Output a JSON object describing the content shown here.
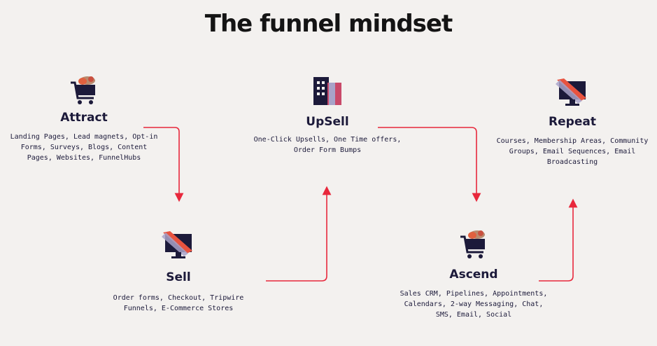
{
  "title": "The funnel mindset",
  "stages": {
    "attract": {
      "label": "Attract",
      "desc": "Landing Pages, Lead magnets, Opt-in Forms, Surveys, Blogs, Content Pages, Websites, FunnelHubs",
      "icon": "shopping-cart-icon"
    },
    "sell": {
      "label": "Sell",
      "desc": "Order forms, Checkout, Tripwire Funnels, E-Commerce Stores",
      "icon": "monitor-icon"
    },
    "upsell": {
      "label": "UpSell",
      "desc": "One-Click Upsells, One Time offers, Order Form Bumps",
      "icon": "building-icon"
    },
    "ascend": {
      "label": "Ascend",
      "desc": "Sales CRM, Pipelines, Appointments, Calendars, 2-way Messaging, Chat, SMS, Email, Social",
      "icon": "shopping-cart-icon"
    },
    "repeat": {
      "label": "Repeat",
      "desc": "Courses, Membership Areas, Community Groups, Email Sequences, Email Broadcasting",
      "icon": "monitor-icon"
    }
  },
  "colors": {
    "arrow": "#e8283c",
    "ink": "#1c1a3a",
    "background": "#f3f1ef"
  }
}
